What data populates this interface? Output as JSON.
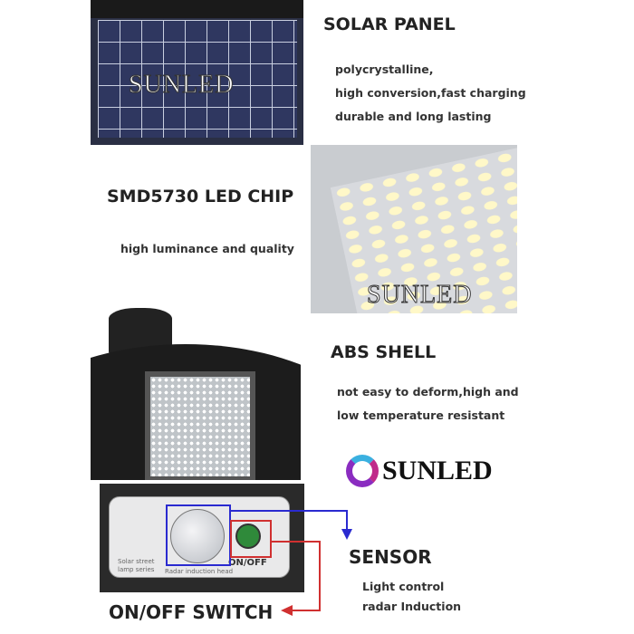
{
  "solar_panel": {
    "title": "SOLAR PANEL",
    "lines": [
      "polycrystalline,",
      "high conversion,fast charging",
      "durable and long lasting"
    ],
    "watermark": "SUNLED"
  },
  "led_chip": {
    "title": "SMD5730 LED CHIP",
    "desc": "high luminance and quality",
    "watermark": "SUNLED"
  },
  "shell": {
    "title": "ABS  SHELL",
    "lines": [
      "not easy to deform,high and",
      "low temperature resistant"
    ]
  },
  "logo": {
    "text": "SUNLED"
  },
  "control_panel": {
    "series": [
      "Solar street",
      "lamp series"
    ],
    "radar_label": "Radar induction head",
    "onoff_label": "ON/OFF"
  },
  "sensor": {
    "title": "SENSOR",
    "lines": [
      "Light control",
      "radar Induction"
    ]
  },
  "switch": {
    "title": "ON/OFF SWITCH"
  },
  "colors": {
    "sensor_box": "#2a2ad0",
    "switch_box": "#d03030"
  }
}
